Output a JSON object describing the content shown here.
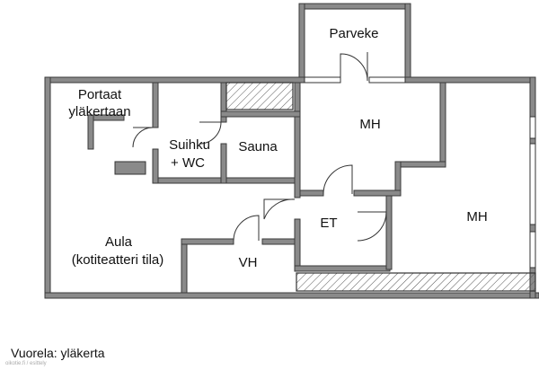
{
  "rooms": {
    "parveke": "Parveke",
    "mh_upper": "MH",
    "mh_right": "MH",
    "portaat_line1": "Portaat",
    "portaat_line2": "yläkertaan",
    "suihku_line1": "Suihku",
    "suihku_line2": "+ WC",
    "sauna": "Sauna",
    "et": "ET",
    "aula_line1": "Aula",
    "aula_line2": "(kotiteatteri tila)",
    "vh": "VH"
  },
  "caption": "Vuorela: yläkerta",
  "credit": "oikotie.fi / esittely",
  "colors": {
    "wall": "#8a8a8a",
    "wall_edge": "#3a3a3a",
    "background": "#ffffff"
  }
}
